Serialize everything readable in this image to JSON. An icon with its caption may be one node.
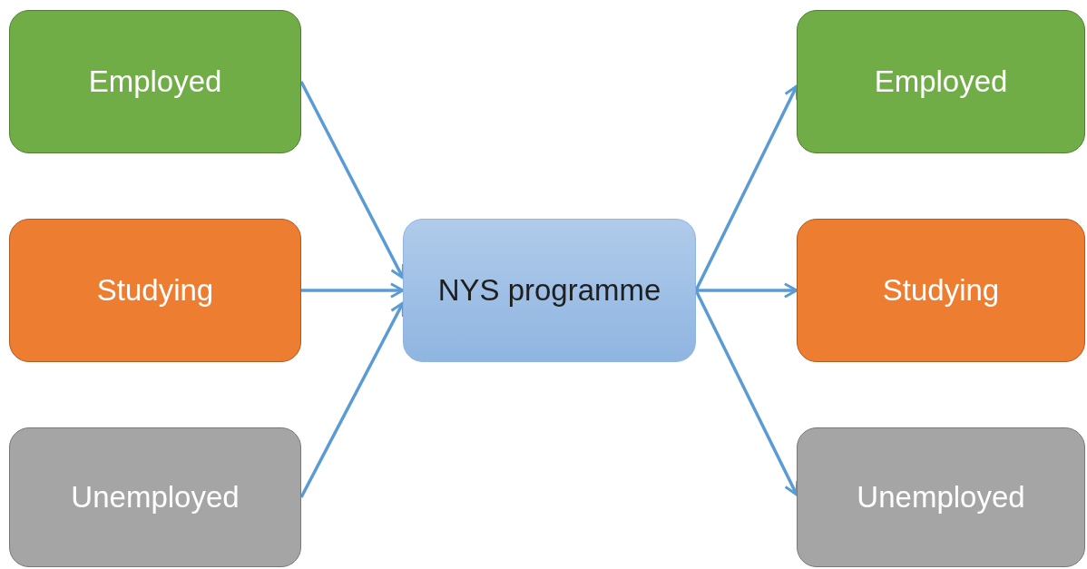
{
  "diagram": {
    "nodes": [
      {
        "text": [
          "Employed"
        ]
      },
      {
        "text": [
          "Studying"
        ]
      },
      {
        "text": [
          "Unemployed"
        ]
      },
      {
        "text": [
          "NYS programme"
        ]
      },
      {
        "text": [
          "Employed"
        ]
      },
      {
        "text": [
          "Studying"
        ]
      },
      {
        "text": [
          "Unemployed"
        ]
      }
    ],
    "edges": [
      {
        "from": 0,
        "to": 3,
        "arrow": "to"
      },
      {
        "from": 1,
        "to": 3,
        "arrow": "to"
      },
      {
        "from": 2,
        "to": 3,
        "arrow": "to"
      },
      {
        "from": 3,
        "to": 4,
        "arrow": "to"
      },
      {
        "from": 3,
        "to": 5,
        "arrow": "to"
      },
      {
        "from": 3,
        "to": 6,
        "arrow": "to"
      }
    ]
  }
}
